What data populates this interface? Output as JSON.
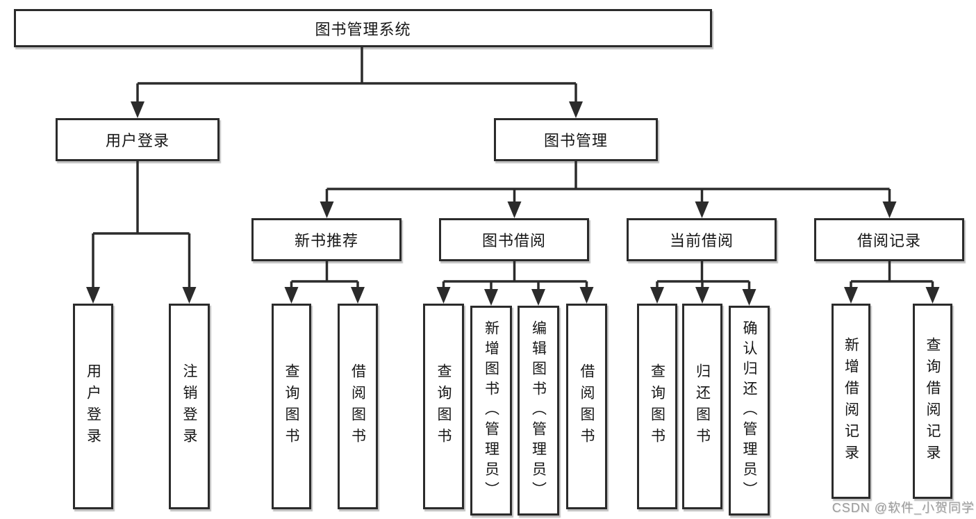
{
  "diagram": {
    "type": "tree",
    "title": "图书管理系统",
    "nodes": {
      "root": {
        "label": "图书管理系统"
      },
      "userLogin": {
        "label": "用户登录"
      },
      "bookMgmt": {
        "label": "图书管理"
      },
      "newBookRecommend": {
        "label": "新书推荐"
      },
      "bookBorrow": {
        "label": "图书借阅"
      },
      "currentBorrow": {
        "label": "当前借阅"
      },
      "borrowRecord": {
        "label": "借阅记录"
      },
      "leafUserLogin": {
        "label": "用户登录"
      },
      "leafLogout": {
        "label": "注销登录"
      },
      "leafRecQueryBook": {
        "label": "查询图书"
      },
      "leafRecBorrowBook": {
        "label": "借阅图书"
      },
      "leafBorQueryBook": {
        "label": "查询图书"
      },
      "leafBorAddBook": {
        "label": "新增图书（管理员）"
      },
      "leafBorEditBook": {
        "label": "编辑图书（管理员）"
      },
      "leafBorBorrowBook": {
        "label": "借阅图书"
      },
      "leafCurQueryBook": {
        "label": "查询图书"
      },
      "leafCurReturnBook": {
        "label": "归还图书"
      },
      "leafCurConfirmReturn": {
        "label": "确认归还（管理员）"
      },
      "leafRcdAddRecord": {
        "label": "新增借阅记录"
      },
      "leafRcdQueryRecord": {
        "label": "查询借阅记录"
      }
    },
    "hierarchy": {
      "图书管理系统": [
        "用户登录",
        "图书管理"
      ],
      "用户登录": [
        "用户登录",
        "注销登录"
      ],
      "图书管理": [
        "新书推荐",
        "图书借阅",
        "当前借阅",
        "借阅记录"
      ],
      "新书推荐": [
        "查询图书",
        "借阅图书"
      ],
      "图书借阅": [
        "查询图书",
        "新增图书（管理员）",
        "编辑图书（管理员）",
        "借阅图书"
      ],
      "当前借阅": [
        "查询图书",
        "归还图书",
        "确认归还（管理员）"
      ],
      "借阅记录": [
        "新增借阅记录",
        "查询借阅记录"
      ]
    },
    "colors": {
      "box_border": "#2b2b2b",
      "line": "#2b2b2b",
      "text": "#161616",
      "background": "#ffffff",
      "watermark": "#9c9c9c"
    }
  },
  "watermark": {
    "text": "CSDN @软件_小贺同学"
  }
}
